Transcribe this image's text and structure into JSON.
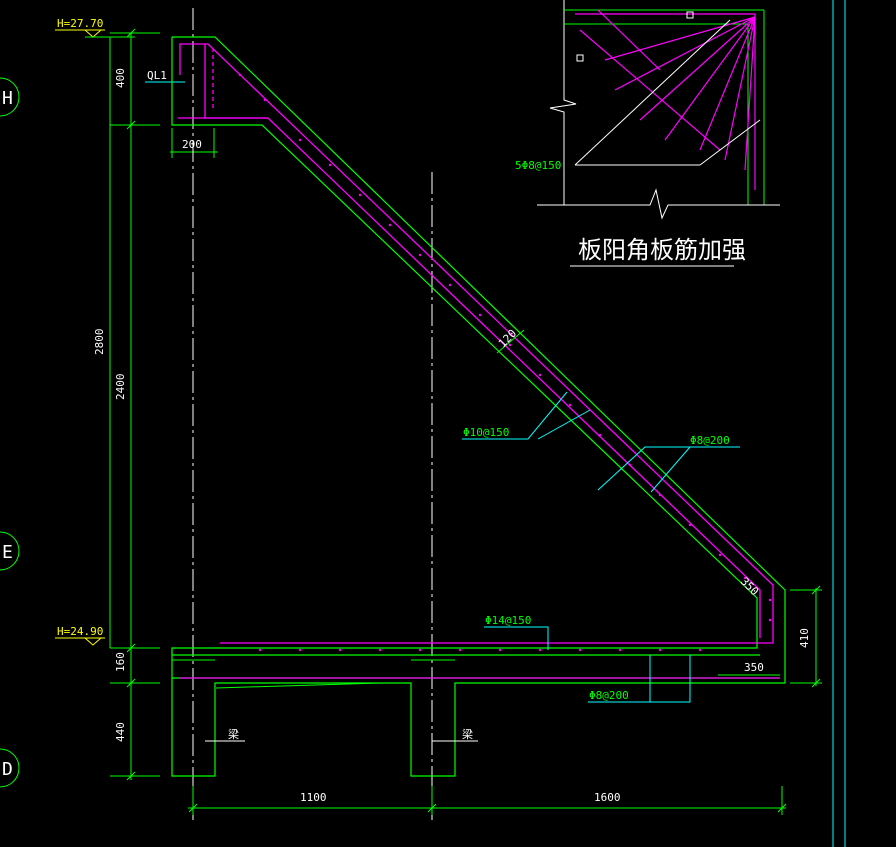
{
  "colors": {
    "background": "#000000",
    "concrete": "#00ff00",
    "rebar": "#ff00ff",
    "dimension": "#00ff00",
    "annotation": "#00ffff",
    "level": "#ffff00",
    "axis": "#ffffff",
    "text": "#ffffff"
  },
  "levels": {
    "top": "H=27.70",
    "bottom": "H=24.90"
  },
  "axes": {
    "h": "H",
    "e": "E",
    "d": "D"
  },
  "dims": {
    "left_400": "400",
    "left_2800": "2800",
    "left_2400": "2400",
    "left_160": "160",
    "left_440": "440",
    "top_200": "200",
    "bottom_1100": "1100",
    "bottom_1600": "1600",
    "right_410": "410",
    "slope_120": "120",
    "corner_350_a": "350",
    "corner_350_b": "350"
  },
  "labels": {
    "ql1": "QL1",
    "rebar_10": "Φ10@150",
    "rebar_8_slope": "Φ8@200",
    "rebar_14": "Φ14@150",
    "rebar_8_bottom": "Φ8@200",
    "beam_left": "梁",
    "beam_mid": "梁",
    "detail_rebar": "5Φ8@150",
    "detail_title": "板阳角板筋加强"
  }
}
